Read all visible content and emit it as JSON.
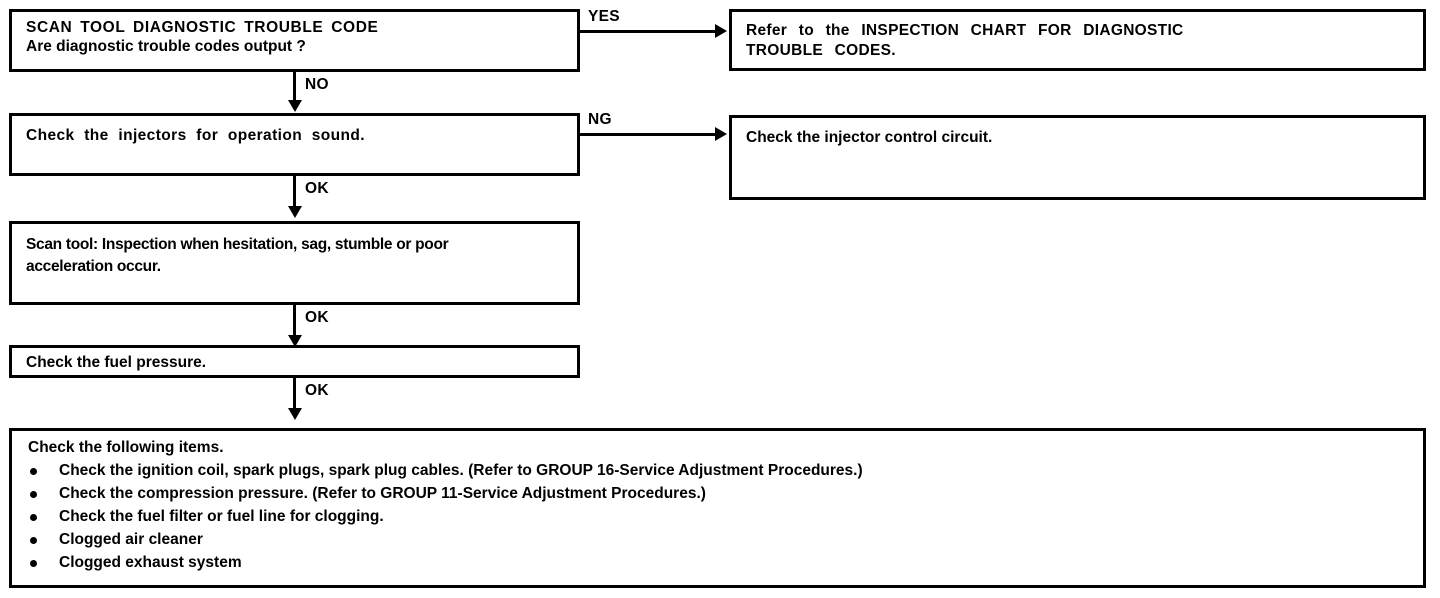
{
  "document": {
    "kind": "diagnostic-flowchart",
    "colors": {
      "ink": "#000000",
      "background": "#ffffff"
    }
  },
  "nodes": {
    "scan_tool_dtc": {
      "title": "SCAN TOOL DIAGNOSTIC TROUBLE CODE",
      "question": "Are diagnostic trouble codes output ?"
    },
    "refer_inspection_chart": {
      "text": "Refer  to  the INSPECTION  CHART  FOR  DIAGNOSTIC\nTROUBLE CODES."
    },
    "check_injectors": {
      "text": "Check  the  injectors  for  operation  sound."
    },
    "check_injector_circuit": {
      "text": "Check the injector control circuit."
    },
    "scan_tool_inspection": {
      "text": "Scan tool: Inspection when hesitation, sag, stumble or poor\nacceleration occur."
    },
    "check_fuel_pressure": {
      "text": "Check the fuel pressure."
    },
    "check_following_items": {
      "heading": "Check the following items.",
      "items": [
        "Check the ignition coil, spark plugs, spark plug cables. (Refer to GROUP 16-Service Adjustment Procedures.)",
        "Check the compression pressure. (Refer to GROUP 11-Service Adjustment Procedures.)",
        "Check the fuel filter or fuel line for clogging.",
        "Clogged air cleaner",
        "Clogged exhaust system"
      ]
    }
  },
  "edges": {
    "yes_to_chart": "YES",
    "no_to_injectors": "NO",
    "ng_to_injector_circuit": "NG",
    "ok_to_scan_inspection": "OK",
    "ok_to_fuel_pressure": "OK",
    "ok_to_following_items": "OK"
  }
}
